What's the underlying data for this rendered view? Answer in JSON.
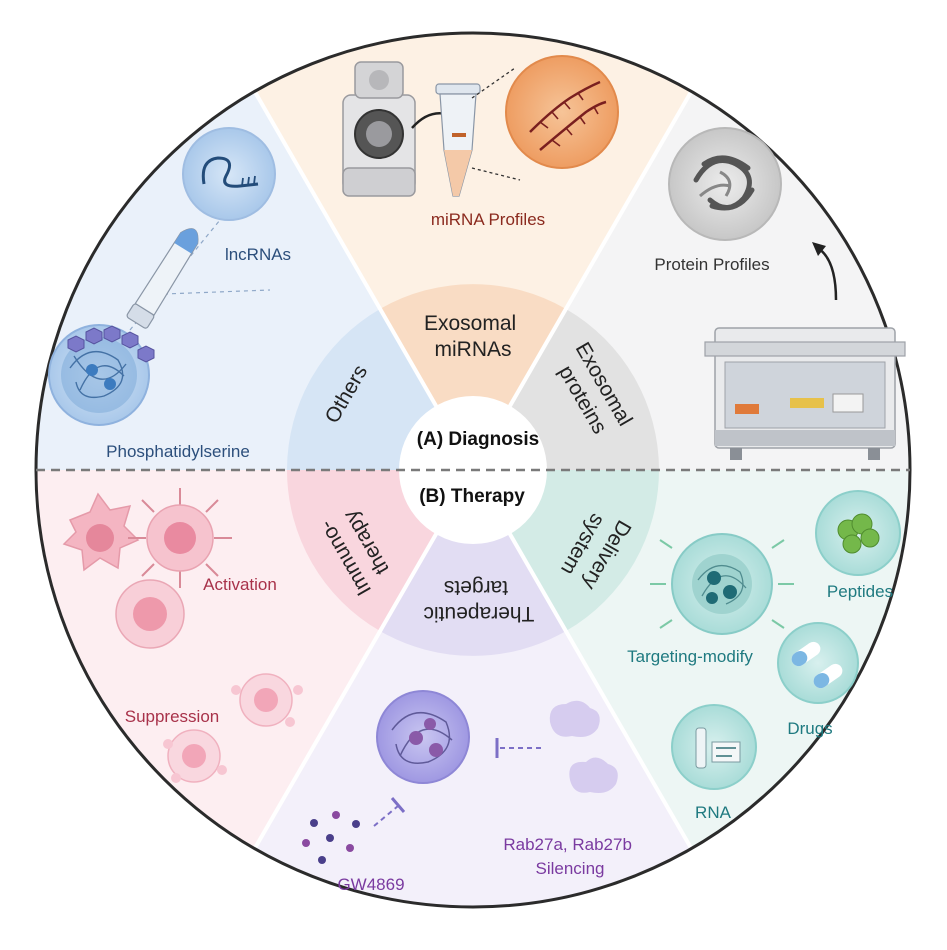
{
  "center": {
    "diagnosis": "(A) Diagnosis",
    "therapy": "(B) Therapy"
  },
  "sectors": {
    "exosomal_mirnas": [
      "Exosomal",
      "miRNAs"
    ],
    "exosomal_proteins": [
      "Exosomal",
      "proteins"
    ],
    "others": "Others",
    "immunotherapy": [
      "Immuno-",
      "therapy"
    ],
    "therapeutic_targets": [
      "Therapeutic",
      "targets"
    ],
    "delivery_system": [
      "Delivery",
      "system"
    ]
  },
  "labels": {
    "mirna_profiles": "miRNA Profiles",
    "protein_profiles": "Protein Profiles",
    "lncrnas": "lncRNAs",
    "phosphatidylserine": "Phosphatidylserine",
    "activation": "Activation",
    "suppression": "Suppression",
    "gw4869": "GW4869",
    "rab27": [
      "Rab27a, Rab27b",
      "Silencing"
    ],
    "peptides": "Peptides",
    "targeting_modify": "Targeting-modify",
    "drugs": "Drugs",
    "rna": "RNA"
  },
  "colors": {
    "mirna_label": "#8b2a1e",
    "lncrna_label": "#2c4f7c",
    "therapy_red": "#a8324a",
    "purple": "#7a3aa0",
    "teal": "#1f7a80",
    "dark": "#333333"
  },
  "icons": [
    "centrifuge-icon",
    "tube-icon",
    "mirna-icon",
    "protein-icon",
    "lab-machine-icon",
    "lncrna-icon",
    "exosome-icon",
    "immune-cell-icon",
    "inhibitor-icon",
    "rab-protein-icon",
    "peptide-icon",
    "capsule-icon",
    "rna-icon"
  ]
}
